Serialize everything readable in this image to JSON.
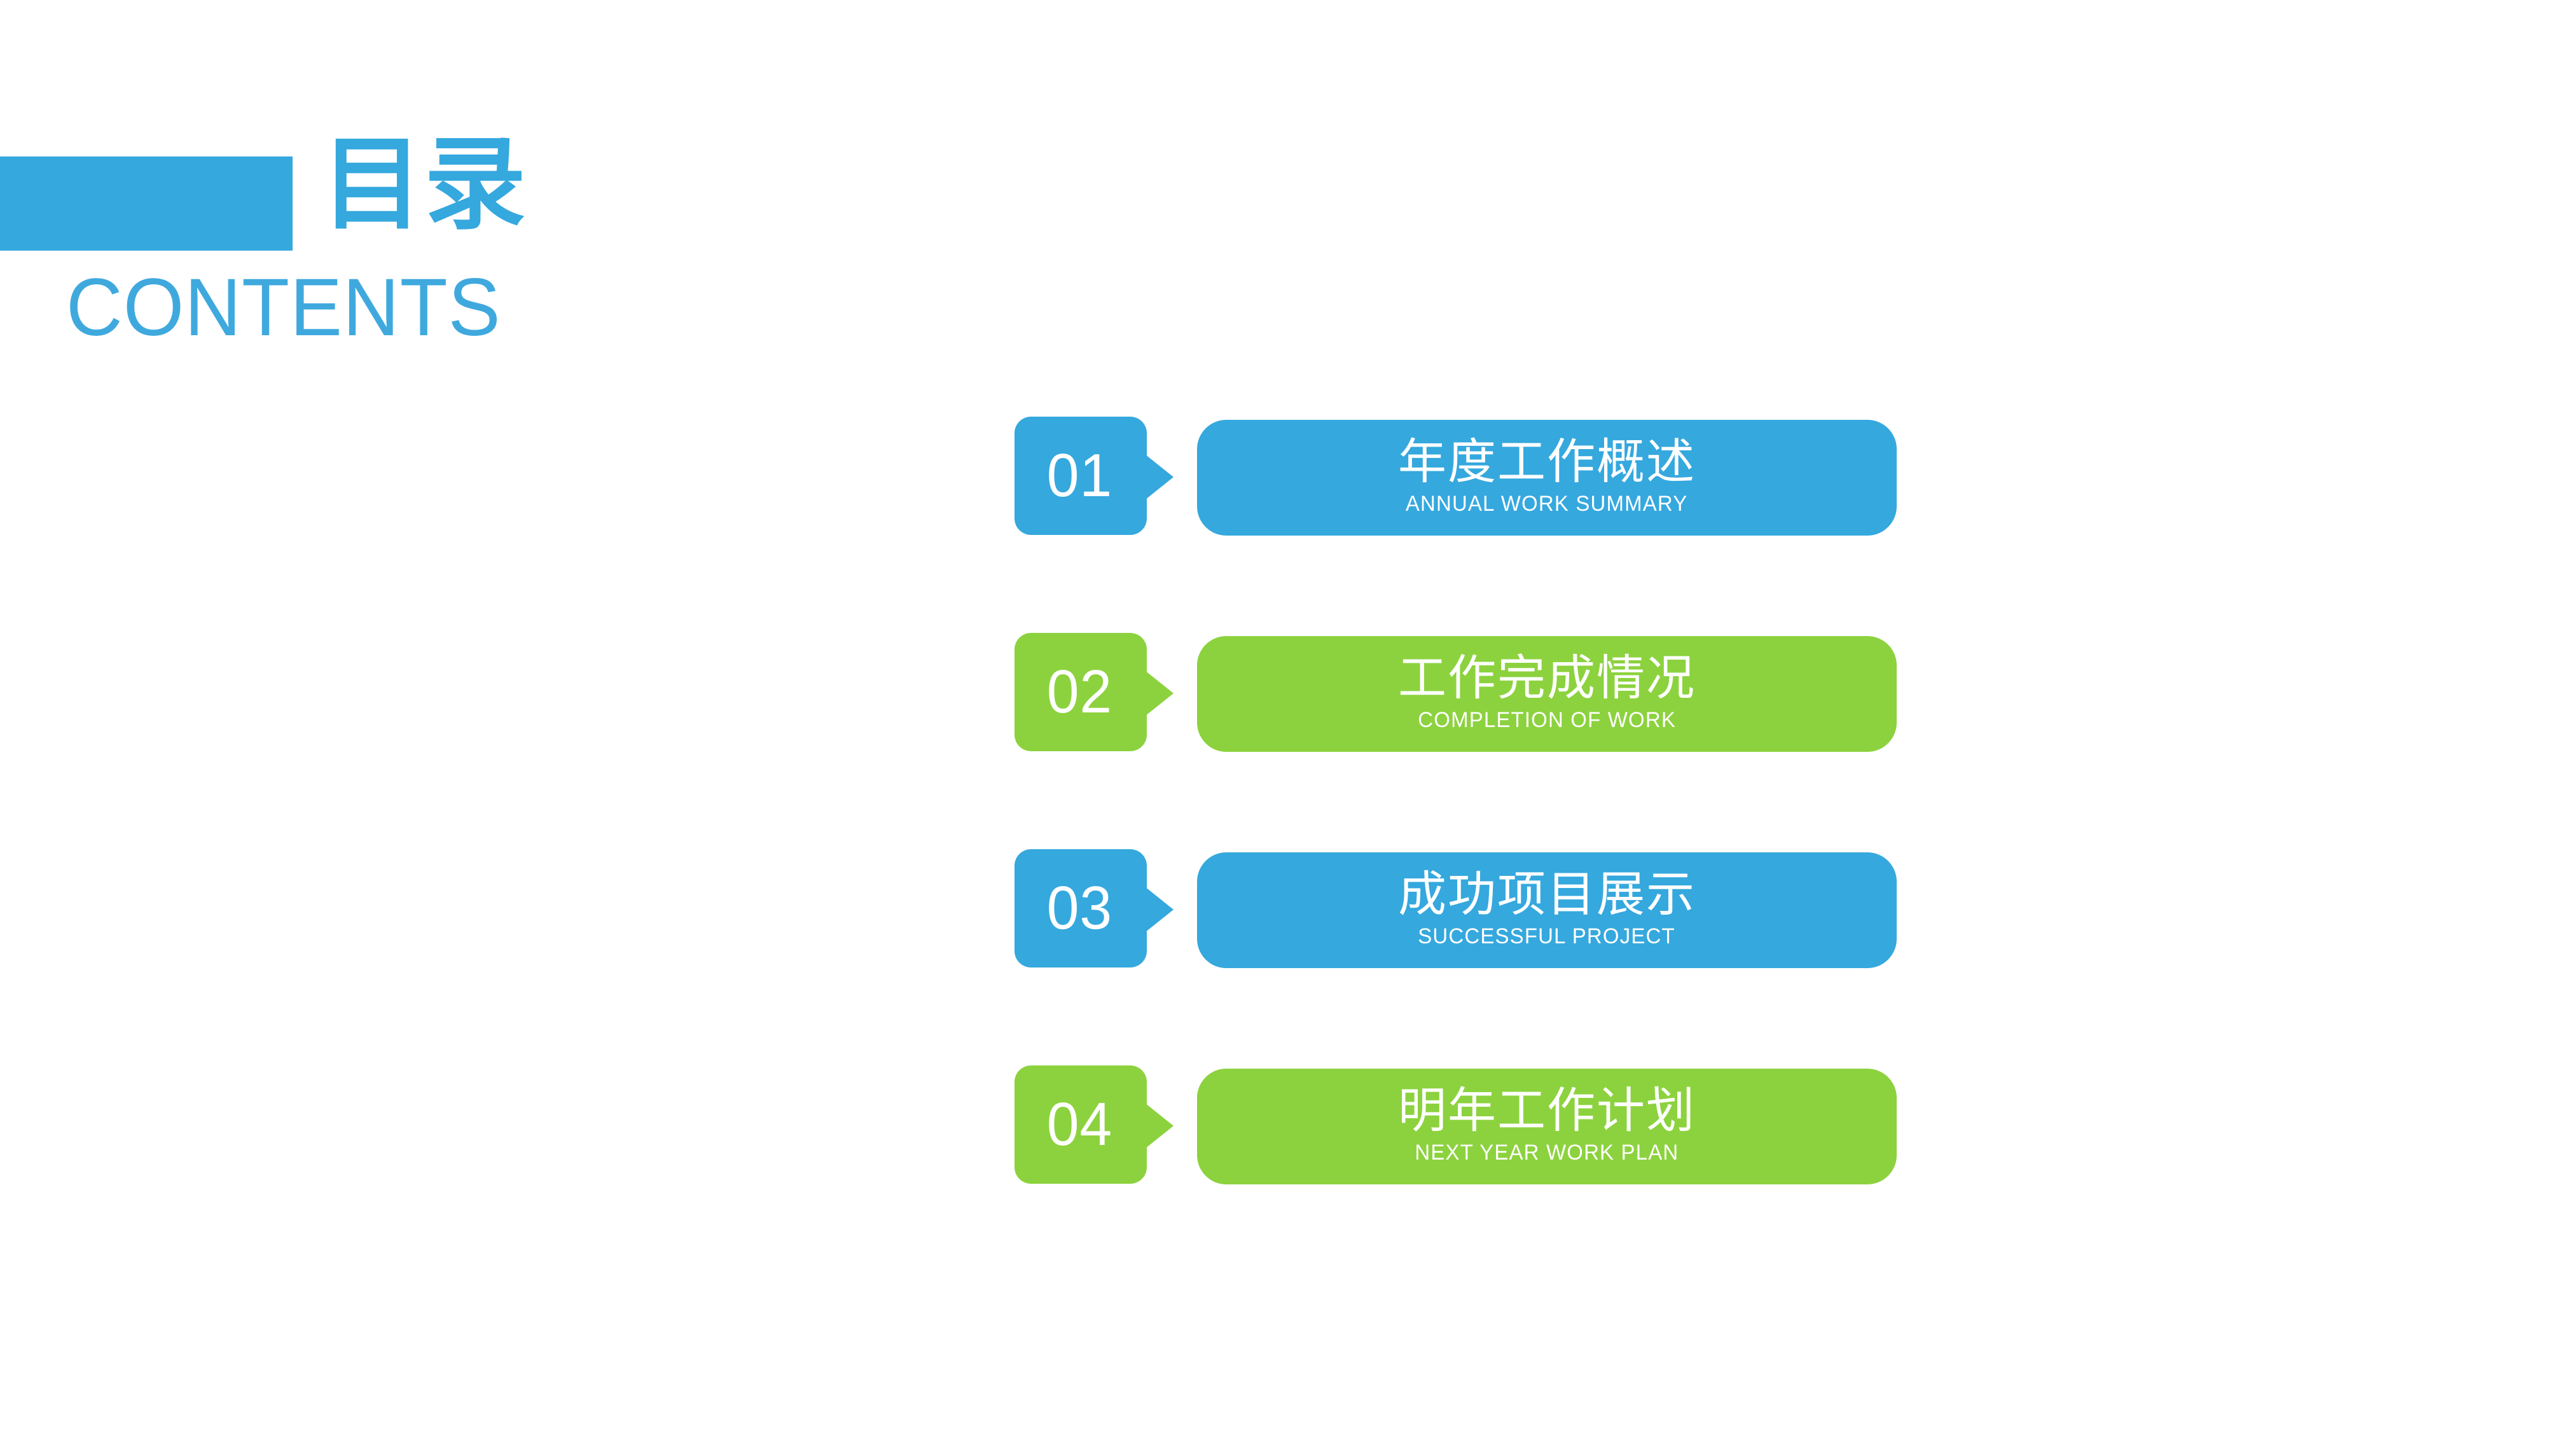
{
  "slide": {
    "background_color": "#FFFFFF",
    "accent_blue": "#35A8DE",
    "accent_green": "#8CD23E",
    "text_on_accent": "#FFFFFF"
  },
  "header": {
    "title_cn": "目录",
    "title_en": "CONTENTS",
    "accent_block": "blue-rectangle"
  },
  "contents": {
    "items": [
      {
        "number": "01",
        "title_cn": "年度工作概述",
        "title_en": "ANNUAL WORK SUMMARY",
        "color": "#35A8DE"
      },
      {
        "number": "02",
        "title_cn": "工作完成情况",
        "title_en": "COMPLETION OF WORK",
        "color": "#8CD23E"
      },
      {
        "number": "03",
        "title_cn": "成功项目展示",
        "title_en": "SUCCESSFUL PROJECT",
        "color": "#35A8DE"
      },
      {
        "number": "04",
        "title_cn": "明年工作计划",
        "title_en": "NEXT YEAR WORK PLAN",
        "color": "#8CD23E"
      }
    ]
  }
}
